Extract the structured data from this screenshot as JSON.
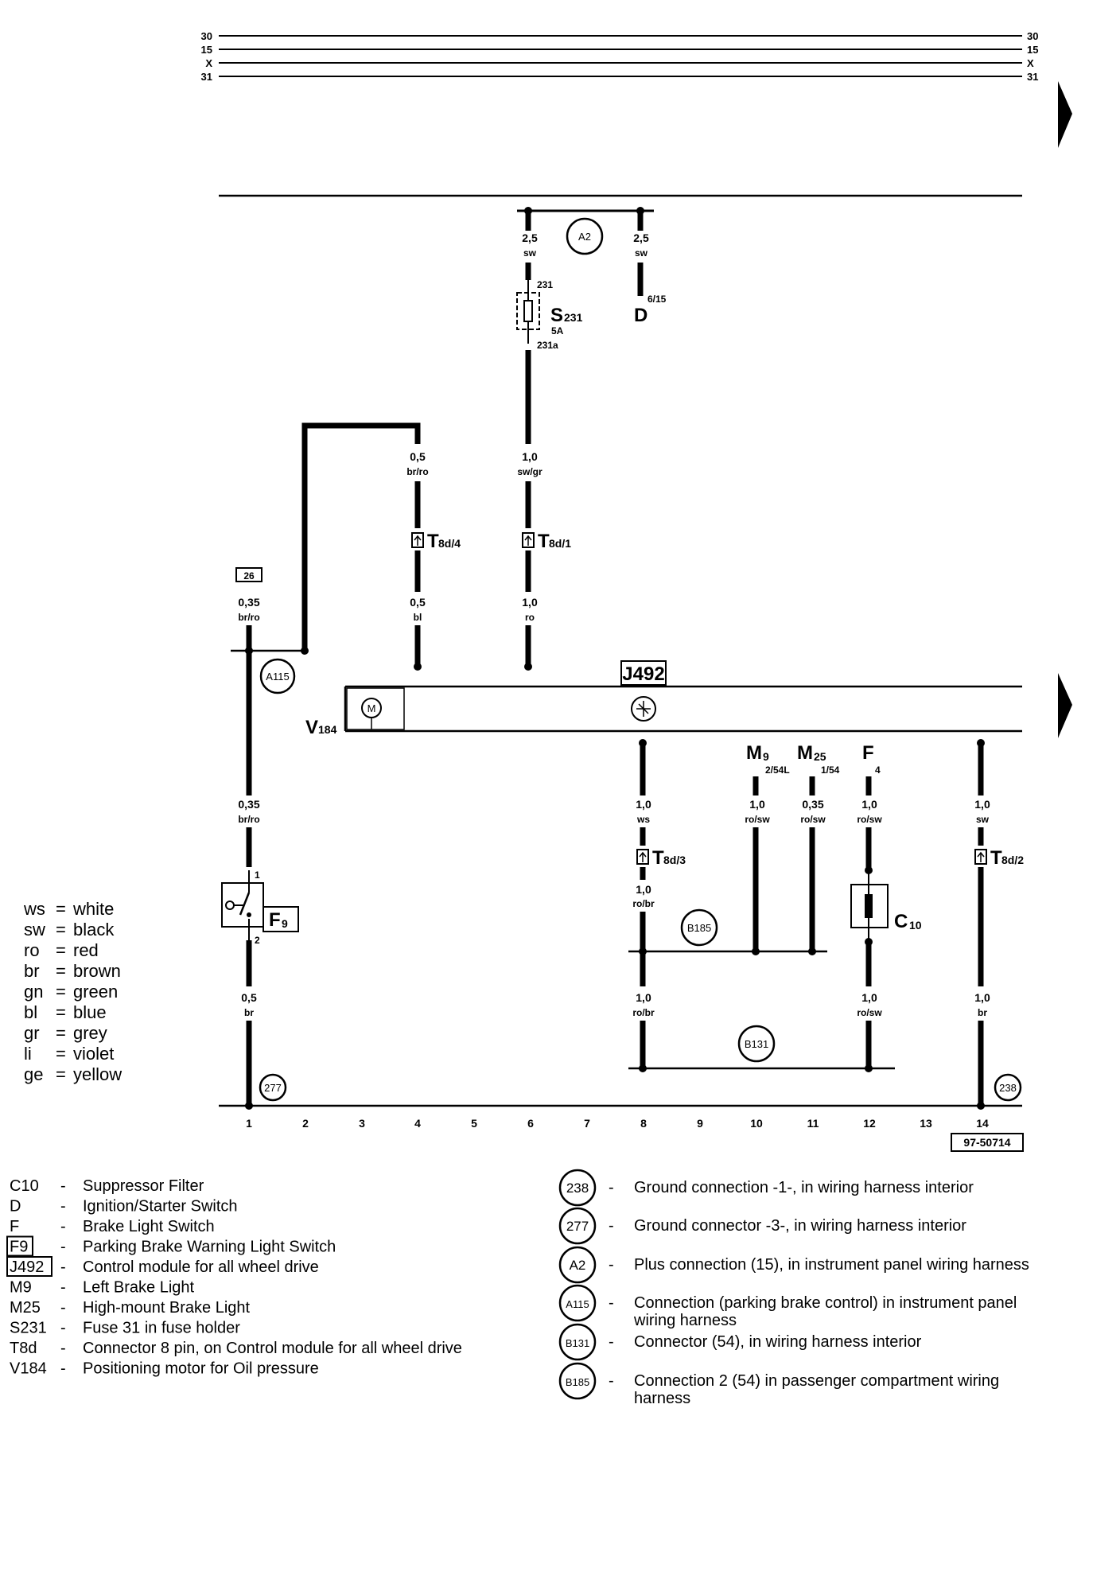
{
  "rails": {
    "left": [
      "30",
      "15",
      "X",
      "31"
    ],
    "right": [
      "30",
      "15",
      "X",
      "31"
    ]
  },
  "wires": {
    "a2_left": {
      "size": "2,5",
      "color": "sw"
    },
    "a2_right": {
      "size": "2,5",
      "color": "sw"
    },
    "fuse_to_t8d1": {
      "size": "1,0",
      "color": "sw/gr"
    },
    "t8d1_to_j492": {
      "size": "1,0",
      "color": "ro"
    },
    "brro_top": {
      "size": "0,5",
      "color": "br/ro"
    },
    "t8d4_to_j492": {
      "size": "0,5",
      "color": "bl"
    },
    "col1_upper": {
      "size": "0,35",
      "color": "br/ro"
    },
    "col1_mid": {
      "size": "0,35",
      "color": "br/ro"
    },
    "col1_lower": {
      "size": "0,5",
      "color": "br"
    },
    "col8_upper": {
      "size": "1,0",
      "color": "ws"
    },
    "col8_mid": {
      "size": "1,0",
      "color": "ro/br"
    },
    "col8_lower": {
      "size": "1,0",
      "color": "ro/br"
    },
    "col10": {
      "size": "1,0",
      "color": "ro/sw"
    },
    "col11": {
      "size": "0,35",
      "color": "ro/sw"
    },
    "col12_upper": {
      "size": "1,0",
      "color": "ro/sw"
    },
    "col12_lower": {
      "size": "1,0",
      "color": "ro/sw"
    },
    "col14_upper": {
      "size": "1,0",
      "color": "sw"
    },
    "col14_lower": {
      "size": "1,0",
      "color": "br"
    }
  },
  "components": {
    "fuse": {
      "name": "S",
      "sub": "231",
      "rating": "5A",
      "pin_in": "231",
      "pin_out": "231a"
    },
    "switch_d": {
      "name": "D",
      "pin": "6/15"
    },
    "t8d4": {
      "name": "T",
      "sub": "8d/4"
    },
    "t8d1": {
      "name": "T",
      "sub": "8d/1"
    },
    "t8d3": {
      "name": "T",
      "sub": "8d/3"
    },
    "t8d2": {
      "name": "T",
      "sub": "8d/2"
    },
    "j492": {
      "name": "J492"
    },
    "v184": {
      "name": "V",
      "sub": "184"
    },
    "f9": {
      "name": "F",
      "sub": "9",
      "pin1": "1",
      "pin2": "2"
    },
    "m9": {
      "name": "M",
      "sub": "9",
      "pin": "2/54L"
    },
    "m25": {
      "name": "M",
      "sub": "25",
      "pin": "1/54"
    },
    "f": {
      "name": "F",
      "pin": "4"
    },
    "c10": {
      "name": "C",
      "sub": "10"
    },
    "ref26": {
      "label": "26"
    }
  },
  "connections": {
    "a2": "A2",
    "a115": "A115",
    "b185": "B185",
    "b131": "B131",
    "g277": "277",
    "g238": "238"
  },
  "columns": [
    "1",
    "2",
    "3",
    "4",
    "5",
    "6",
    "7",
    "8",
    "9",
    "10",
    "11",
    "12",
    "13",
    "14"
  ],
  "figure_id": "97-50714",
  "color_legend": [
    {
      "code": "ws",
      "name": "white"
    },
    {
      "code": "sw",
      "name": "black"
    },
    {
      "code": "ro",
      "name": "red"
    },
    {
      "code": "br",
      "name": "brown"
    },
    {
      "code": "gn",
      "name": "green"
    },
    {
      "code": "bl",
      "name": "blue"
    },
    {
      "code": "gr",
      "name": "grey"
    },
    {
      "code": "li",
      "name": "violet"
    },
    {
      "code": "ge",
      "name": "yellow"
    }
  ],
  "component_legend": [
    {
      "code": "C10",
      "boxed": false,
      "desc": "Suppressor Filter"
    },
    {
      "code": "D",
      "boxed": false,
      "desc": "Ignition/Starter Switch"
    },
    {
      "code": "F",
      "boxed": false,
      "desc": "Brake Light Switch"
    },
    {
      "code": "F9",
      "boxed": true,
      "desc": "Parking Brake Warning Light Switch"
    },
    {
      "code": "J492",
      "boxed": true,
      "desc": "Control module for all wheel drive"
    },
    {
      "code": "M9",
      "boxed": false,
      "desc": "Left Brake Light"
    },
    {
      "code": "M25",
      "boxed": false,
      "desc": "High-mount Brake Light"
    },
    {
      "code": "S231",
      "boxed": false,
      "desc": "Fuse 31 in fuse holder"
    },
    {
      "code": "T8d",
      "boxed": false,
      "desc": "Connector 8 pin, on Control module for all wheel drive"
    },
    {
      "code": "V184",
      "boxed": false,
      "desc": "Positioning motor for Oil pressure"
    }
  ],
  "connection_legend": [
    {
      "code": "238",
      "lines": [
        "Ground connection -1-, in wiring harness interior"
      ]
    },
    {
      "code": "277",
      "lines": [
        "Ground connector -3-, in wiring harness interior"
      ]
    },
    {
      "code": "A2",
      "lines": [
        "Plus connection (15), in instrument panel wiring harness"
      ]
    },
    {
      "code": "A115",
      "lines": [
        "Connection (parking brake control) in instrument panel",
        "wiring harness"
      ]
    },
    {
      "code": "B131",
      "lines": [
        "Connector (54), in wiring harness interior"
      ]
    },
    {
      "code": "B185",
      "lines": [
        "Connection 2 (54) in passenger compartment wiring",
        "harness"
      ]
    }
  ],
  "legend_separator": "-",
  "legend_equals": "="
}
